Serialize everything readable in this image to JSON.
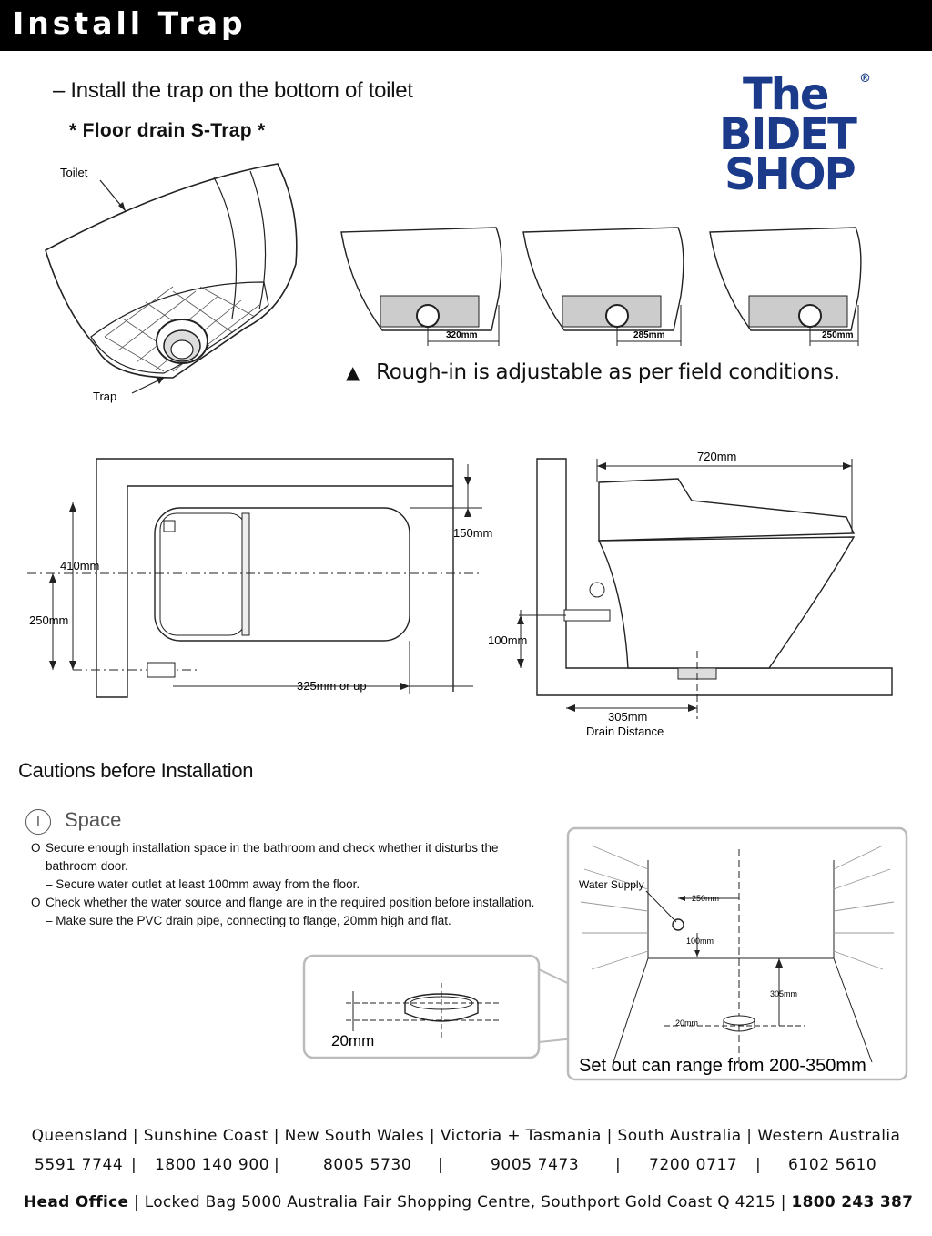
{
  "header": {
    "title": "Install Trap"
  },
  "intro": {
    "subtitle": "– Install the trap on the bottom of toilet",
    "s_trap_title": "*  Floor drain S-Trap *"
  },
  "logo": {
    "line1": "The",
    "line2": "BIDET",
    "line3": "SHOP",
    "registered": "®",
    "color": "#1b3a8a"
  },
  "trap_diagram": {
    "toilet_label": "Toilet",
    "trap_label": "Trap"
  },
  "rough_in": {
    "options": [
      "320mm",
      "285mm",
      "250mm"
    ],
    "note": "Rough-in is adjustable as per field conditions.",
    "marker": "▲"
  },
  "plan_view": {
    "dim_410": "410mm",
    "dim_250": "250mm",
    "dim_150": "150mm",
    "dim_325": "325mm or up"
  },
  "side_view": {
    "dim_720": "720mm",
    "dim_100": "100mm",
    "dim_305": "305mm",
    "drain_distance": "Drain Distance"
  },
  "cautions": {
    "title": "Cautions before Installation",
    "section_number": "I",
    "section_title": "Space",
    "bullet_symbol": "O",
    "bullet1": "Secure enough installation space in the bathroom and check whether it disturbs the bathroom door.",
    "bullet1_sub": "– Secure water outlet at least 100mm away from the floor.",
    "bullet2": "Check whether the water source and flange are in the required position before installation.",
    "bullet2_sub": "– Make sure the PVC drain pipe, connecting to flange, 20mm high and flat."
  },
  "flange_detail": {
    "height": "20mm"
  },
  "room_diagram": {
    "water_supply": "Water Supply",
    "dim_250": "250mm",
    "dim_100": "100mm",
    "dim_305": "305mm",
    "dim_20": "20mm",
    "caption": "Set out can range from 200-350mm"
  },
  "footer": {
    "states": "Queensland | Sunshine Coast | New South Wales | Victoria + Tasmania | South Australia | Western Australia",
    "phones": [
      "5591 7744",
      "1800 140 900",
      "8005 5730",
      "9005 7473",
      "7200 0717",
      "6102 5610"
    ],
    "separator": "|",
    "head_office_label": "Head Office",
    "head_office_address": " | Locked Bag 5000 Australia Fair Shopping Centre, Southport Gold Coast Q 4215 | ",
    "head_office_phone": "1800 243 387"
  }
}
